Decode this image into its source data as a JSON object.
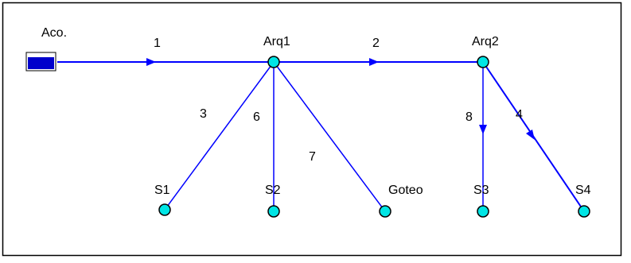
{
  "network": {
    "reservoir": {
      "label": "Aco."
    },
    "junctions": [
      {
        "id": "arq1",
        "label": "Arq1"
      },
      {
        "id": "arq2",
        "label": "Arq2"
      },
      {
        "id": "s1",
        "label": "S1"
      },
      {
        "id": "s2",
        "label": "S2"
      },
      {
        "id": "goteo",
        "label": "Goteo"
      },
      {
        "id": "s3",
        "label": "S3"
      },
      {
        "id": "s4",
        "label": "S4"
      }
    ],
    "pipes": [
      {
        "label": "1",
        "from": "reservoir",
        "to": "arq1",
        "flow_arrow": true
      },
      {
        "label": "2",
        "from": "arq1",
        "to": "arq2",
        "flow_arrow": true
      },
      {
        "label": "3",
        "from": "arq1",
        "to": "s1",
        "flow_arrow": false
      },
      {
        "label": "6",
        "from": "arq1",
        "to": "s2",
        "flow_arrow": false
      },
      {
        "label": "7",
        "from": "arq1",
        "to": "goteo",
        "flow_arrow": false
      },
      {
        "label": "8",
        "from": "arq2",
        "to": "s3",
        "flow_arrow": true
      },
      {
        "label": "4",
        "from": "arq2",
        "to": "s4",
        "flow_arrow": true
      }
    ]
  },
  "colors": {
    "pipe": "#0000ff",
    "node_fill": "#00e5e5",
    "node_stroke": "#000000",
    "reservoir_fill": "#0000cc",
    "border": "#000000"
  }
}
